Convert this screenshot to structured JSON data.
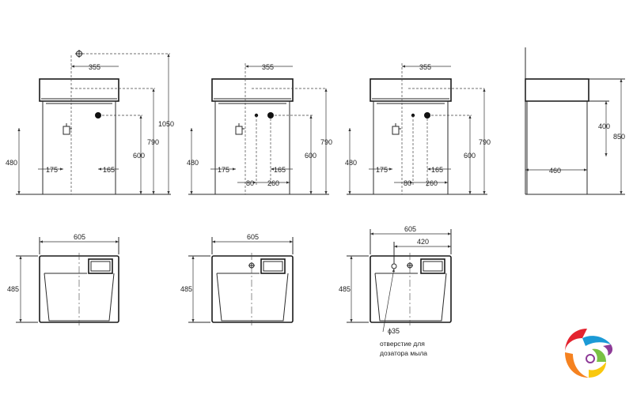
{
  "dims": {
    "d355": "355",
    "d1050": "1050",
    "d790": "790",
    "d600": "600",
    "d480": "480",
    "d175": "175",
    "d165": "165",
    "d80": "80",
    "d260": "260",
    "d850": "850",
    "d400": "400",
    "d460": "460",
    "d605": "605",
    "d485": "485",
    "d420": "420",
    "d35": "ϕ35"
  },
  "note": {
    "line1": "отверстие для",
    "line2": "дозатора мыла"
  },
  "logo": {
    "colors": [
      "#e4232f",
      "#f58220",
      "#f9c80e",
      "#7ac143",
      "#1b9ad6",
      "#8e3b97"
    ]
  }
}
